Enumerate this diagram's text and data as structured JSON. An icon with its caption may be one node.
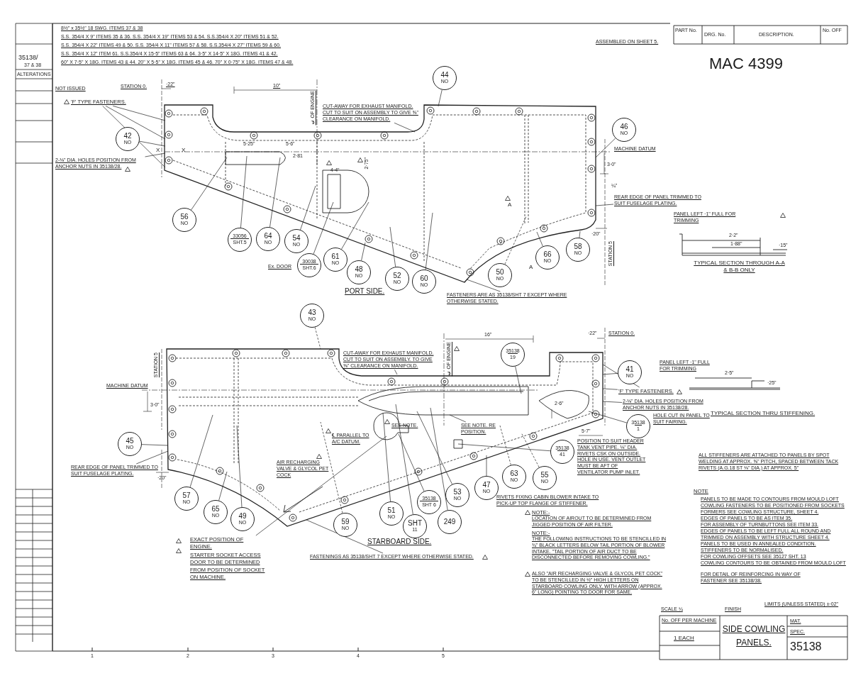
{
  "diagram": {
    "title": "SIDE COWLING PANELS.",
    "nodes": [
      {
        "text": [],
        "shape": "panel"
      },
      {
        "text": [
          "'F' TYPE FASTENERS."
        ]
      },
      {
        "text": [
          "2-⅛\" DIA. HOLES POSITION FROM ANCHOR NUTS IN 35138/28."
        ]
      },
      {
        "text": [
          "42",
          "NO"
        ]
      },
      {
        "text": [
          "CUT-AWAY FOR EXHAUST MANIFOLD. CUT TO SUIT ON ASSEMBLY TO GIVE ⅝\" CLEARANCE ON MANIFOLD."
        ]
      },
      {
        "text": [
          "44",
          "NO"
        ]
      },
      {
        "text": [
          "46",
          "NO"
        ]
      },
      {
        "text": [
          "REAR EDGE OF PANEL TRIMMED TO SUIT FUSELAGE PLATING."
        ]
      },
      {
        "text": [
          "56",
          "NO"
        ]
      },
      {
        "text": [
          "33056",
          "SHT.5"
        ]
      },
      {
        "text": [
          "64",
          "NO"
        ]
      },
      {
        "text": [
          "54",
          "NO"
        ]
      },
      {
        "text": [
          "30038",
          "SHT.6"
        ]
      },
      {
        "text": [
          "61",
          "NO"
        ]
      },
      {
        "text": [
          "48",
          "NO"
        ]
      },
      {
        "text": [
          "52",
          "NO"
        ]
      },
      {
        "text": [
          "60",
          "NO"
        ]
      },
      {
        "text": [
          "50",
          "NO"
        ]
      },
      {
        "text": [
          "66",
          "NO"
        ]
      },
      {
        "text": [
          "58",
          "NO"
        ]
      },
      {
        "text": [
          "FASTENERS ARE AS 35138/SHT 7 EXCEPT WHERE OTHERWISE STATED."
        ]
      },
      {
        "text": [],
        "shape": "panel"
      },
      {
        "text": [
          "43",
          "NO"
        ]
      },
      {
        "text": [
          "CUT-AWAY FOR EXHAUST MANIFOLD. CUT TO SUIT ON ASSEMBLY. TO GIVE ⅝\" CLEARANCE ON MANIFOLD."
        ]
      },
      {
        "text": [
          "35138",
          "19"
        ]
      },
      {
        "text": [
          "41",
          "NO"
        ]
      },
      {
        "text": [
          "'F' TYPE FASTENERS."
        ]
      },
      {
        "text": [
          "2-⅛\" DIA. HOLES POSITION FROM ANCHOR NUTS IN 35138/28."
        ]
      },
      {
        "text": [
          "45",
          "NO"
        ]
      },
      {
        "text": [
          "REAR EDGE OF PANEL TRIMMED TO SUIT FUSELAGE PLATING."
        ]
      },
      {
        "text": [
          "35138",
          "1"
        ],
        "beside": [
          "HOLE CUT IN PANEL TO SUIT FAIRING."
        ]
      },
      {
        "text": [
          "35138",
          "41"
        ],
        "beside": [
          "POSITION TO SUIT HEADER TANK VENT PIPE. ⅛\" DIA. RIVETS CSK ON OUTSIDE. HOLE IN USE. VENT OUTLET MUST BE AFT OF VENTILATOR PUMP INLET."
        ]
      },
      {
        "text": [
          "SEE NOTE. RE POSITION."
        ],
        "in": 21
      },
      {
        "text": [
          "57",
          "NO"
        ]
      },
      {
        "text": [
          "65",
          "NO"
        ]
      },
      {
        "text": [
          "49",
          "NO"
        ]
      },
      {
        "text": [
          "59",
          "NO"
        ]
      },
      {
        "text": [
          "51",
          "NO"
        ]
      },
      {
        "text": [
          "35138",
          "SHT 6"
        ]
      },
      {
        "text": [
          "SHT",
          "11"
        ]
      },
      {
        "text": [
          "53",
          "NO"
        ]
      },
      {
        "text": [
          "249"
        ]
      },
      {
        "text": [
          "47",
          "NO"
        ]
      },
      {
        "text": [
          "63",
          "NO"
        ]
      },
      {
        "text": [
          "55",
          "NO"
        ]
      },
      {
        "text": [
          "EXACT POSITION OF ENGINE.",
          "STARTER SOCKET ACCESS DOOR TO BE DETERMINED FROM POSITION OF SOCKET ON MACHINE."
        ]
      },
      {
        "text": [
          "FASTENINGS AS 35138/SHT 7 EXCEPT WHERE OTHERWISE STATED."
        ]
      }
    ],
    "edges": [
      {
        "from": 1,
        "to": 0,
        "arrow": "none"
      },
      {
        "from": 1,
        "to": 0,
        "arrow": "none"
      },
      {
        "from": 1,
        "to": 0,
        "arrow": "none"
      },
      {
        "from": 2,
        "to": 0,
        "arrow": "none"
      },
      {
        "from": 3,
        "to": 0,
        "arrow": "none"
      },
      {
        "from": 4,
        "to": 0,
        "arrow": "none"
      },
      {
        "from": 5,
        "to": 0,
        "arrow": "none"
      },
      {
        "from": 6,
        "to": 0,
        "arrow": "none"
      },
      {
        "from": 7,
        "to": 0,
        "arrow": "none"
      },
      {
        "from": 8,
        "to": 0,
        "arrow": "none"
      },
      {
        "from": 9,
        "to": 0,
        "arrow": "none"
      },
      {
        "from": 10,
        "to": 0,
        "arrow": "none"
      },
      {
        "from": 11,
        "to": 0,
        "arrow": "none"
      },
      {
        "from": 12,
        "to": 0,
        "arrow": "none"
      },
      {
        "from": 13,
        "to": 0,
        "arrow": "none"
      },
      {
        "from": 14,
        "to": 0,
        "arrow": "none"
      },
      {
        "from": 15,
        "to": 0,
        "arrow": "none"
      },
      {
        "from": 16,
        "to": 0,
        "arrow": "none"
      },
      {
        "from": 17,
        "to": 0,
        "arrow": "none",
        "style": "dashed"
      },
      {
        "from": 18,
        "to": 0,
        "arrow": "none"
      },
      {
        "from": 19,
        "to": 0,
        "arrow": "none"
      },
      {
        "from": 20,
        "to": 0,
        "arrow": "none"
      },
      {
        "from": 22,
        "to": 21,
        "arrow": "none",
        "style": "dashed"
      },
      {
        "from": 23,
        "to": 21,
        "arrow": "none"
      },
      {
        "from": 24,
        "to": 21,
        "arrow": "none"
      },
      {
        "from": 25,
        "to": 21,
        "arrow": "none"
      },
      {
        "from": 26,
        "to": 21,
        "arrow": "none"
      },
      {
        "from": 26,
        "to": 21,
        "arrow": "none"
      },
      {
        "from": 27,
        "to": 21,
        "arrow": "none"
      },
      {
        "from": 28,
        "to": 21,
        "arrow": "none"
      },
      {
        "from": 29,
        "to": 21,
        "arrow": "none"
      },
      {
        "from": 30,
        "to": 21,
        "arrow": "none"
      },
      {
        "from": 31,
        "to": 21,
        "arrow": "none"
      },
      {
        "from": 32,
        "to": 21,
        "arrow": "none"
      },
      {
        "from": 33,
        "to": 21,
        "arrow": "none"
      },
      {
        "from": 34,
        "to": 21,
        "arrow": "none"
      },
      {
        "from": 35,
        "to": 21,
        "arrow": "none"
      },
      {
        "from": 36,
        "to": 21,
        "arrow": "none",
        "style": "dashed"
      },
      {
        "from": 37,
        "to": 21,
        "arrow": "none"
      },
      {
        "from": 38,
        "to": 21,
        "arrow": "none"
      },
      {
        "from": 39,
        "to": 21,
        "arrow": "none"
      },
      {
        "from": 40,
        "to": 21,
        "arrow": "none"
      },
      {
        "from": 41,
        "to": 21,
        "arrow": "none"
      },
      {
        "from": 42,
        "to": 21,
        "arrow": "none"
      },
      {
        "from": 43,
        "to": 21,
        "arrow": "none",
        "style": "dashed"
      },
      {
        "from": 44,
        "to": 21,
        "arrow": "none",
        "style": "dashed"
      },
      {
        "from": 45,
        "to": 21,
        "arrow": "none"
      },
      {
        "from": 46,
        "to": 21,
        "arrow": "none"
      }
    ],
    "labels": [
      "35138/",
      "37 & 38",
      "ALTERATIONS",
      "NOT ISSUED",
      "8½\" x 35½\" 18 SWG. ITEMS 37 & 38",
      "S.S. 354/4 X 9\" ITEMS 35 & 36. S.S. 354/4 X 19\" ITEMS 53 & 54. S.S.354/4 X 20\" ITEMS 51 & 52.",
      "S.S. 354/4 X 22\" ITEMS 49 & 50. S.S. 354/4 X 11\" ITEMS 57 & 58. S.S.354/4 X 27\" ITEMS 59 & 60.",
      "S.S. 354/4 X 12\" ITEM 61. S.S.354/4 X 15·5\" ITEMS 63 & 64. 3·5\" X 14·5\" X 18G. ITEMS 41 & 42.",
      "60\" X 7·5\" X 18G. ITEMS 43 & 44. 20\" X 5·5\" X 18G. ITEMS 45 & 46. 70\" X 0·75\" X 18G. ITEMS 47 & 48.",
      "PART No.",
      "DRG. No.",
      "DESCRIPTION.",
      "No. OFF",
      "ASSEMBLED ON SHEET 5.",
      "MAC 4399",
      "STATION 0.",
      "·22\"",
      "10\"",
      "℄ OF ENGINE",
      "X",
      "X",
      "5·25\"",
      "5·6\"",
      "2·81",
      "4·4\"",
      "2·75\"",
      "MACHINE DATUM",
      "3·0\"",
      "¼\"",
      "·20\"",
      "STATION 5",
      "Ex. DOOR",
      "A",
      "A",
      "PORT SIDE.",
      "PANEL LEFT ·1\" FULL FOR TRIMMING",
      "2·2\"",
      "1·88\"",
      "·15\"",
      "TYPICAL SECTION THROUGH A-A & B-B ONLY",
      "16\"",
      "·22\"",
      "STATION 0.",
      "℄ OF ENGINE",
      "MACHINE DATUM",
      "STATION 5",
      "3·0\"",
      "·20\"",
      "2·6\"",
      "5·7\"",
      "PANEL LEFT ·1\" FULL FOR TRIMMING",
      "2·5\"",
      "·25\"",
      "TYPICAL SECTION THRU STIFFENING.",
      "SEE NOTE.",
      "℄ PARALLEL TO A/C DATUM.",
      "AIR RECHARGING VALVE & GLYCOL PET COCK",
      "RIVETS FIXING CABIN BLOWER INTAKE TO PICK-UP TOP FLANGE OF STIFFENER.",
      "STARBOARD SIDE.",
      "NOTE:-",
      "LOCATION OF AIROUT TO BE DETERMINED FROM JIGGED POSITION OF AIR FILTER.",
      "NOTE:-",
      "THE FOLLOWING INSTRUCTIONS TO BE STENCILLED IN ¾\" BLACK LETTERS BELOW TAIL PORTION OF BLOWER INTAKE. \"TAIL PORTION OF AIR DUCT TO BE DISCONNECTED BEFORE REMOVING COWLING.\"",
      "ALSO \"AIR RECHARGING VALVE & GLYCOL PET COCK\" TO BE STENCILLED IN ½\" HIGH LETTERS ON STARBOARD COWLING ONLY, WITH ARROW (APPROX. 6\" LONG) POINTING TO DOOR FOR SAME.",
      "ALL STIFFENERS ARE ATTACHED TO PANELS BY SPOT WELDING AT APPROX. ⅝\" PITCH, SPACED BETWEEN TACK RIVETS (A.G.18 ST ⅛\" DIA.) AT APPROX. 5\"",
      "NOTE",
      "PANELS TO BE MADE TO CONTOURS FROM MOULD LOFT",
      "COWLING FASTENERS TO BE POSITIONED FROM SOCKETS",
      "FORMERS SEE COWLING STRUCTURE, SHEET 4.",
      "EDGES OF PANELS TO BE AS ITEM 35.",
      "FOR ASSEMBLY OF TURNBUTTONS SEE ITEM 33.",
      "EDGES OF PANELS TO BE LEFT FULL ALL ROUND AND TRIMMED ON ASSEMBLY WITH STRUCTURE SHEET 4.",
      "PANELS TO BE USED IN ANNEALED CONDITION.",
      "STIFFENERS TO BE NORMALISED.",
      "FOR COWLING OFFSETS SEE 35127 SHT. 13",
      "COWLING CONTOURS TO BE OBTAINED FROM MOULD LOFT",
      "FOR DETAIL OF REINFORCING IN WAY OF FASTENER SEE 35138/38.",
      "SCALE ¼",
      "FINISH",
      "LIMITS (UNLESS STATED) ±·02\"",
      "No. OFF PER MACHINE",
      "1 EACH",
      "MAT.",
      "SPEC.",
      "35138",
      "1",
      "2",
      "3",
      "4",
      "5"
    ]
  }
}
